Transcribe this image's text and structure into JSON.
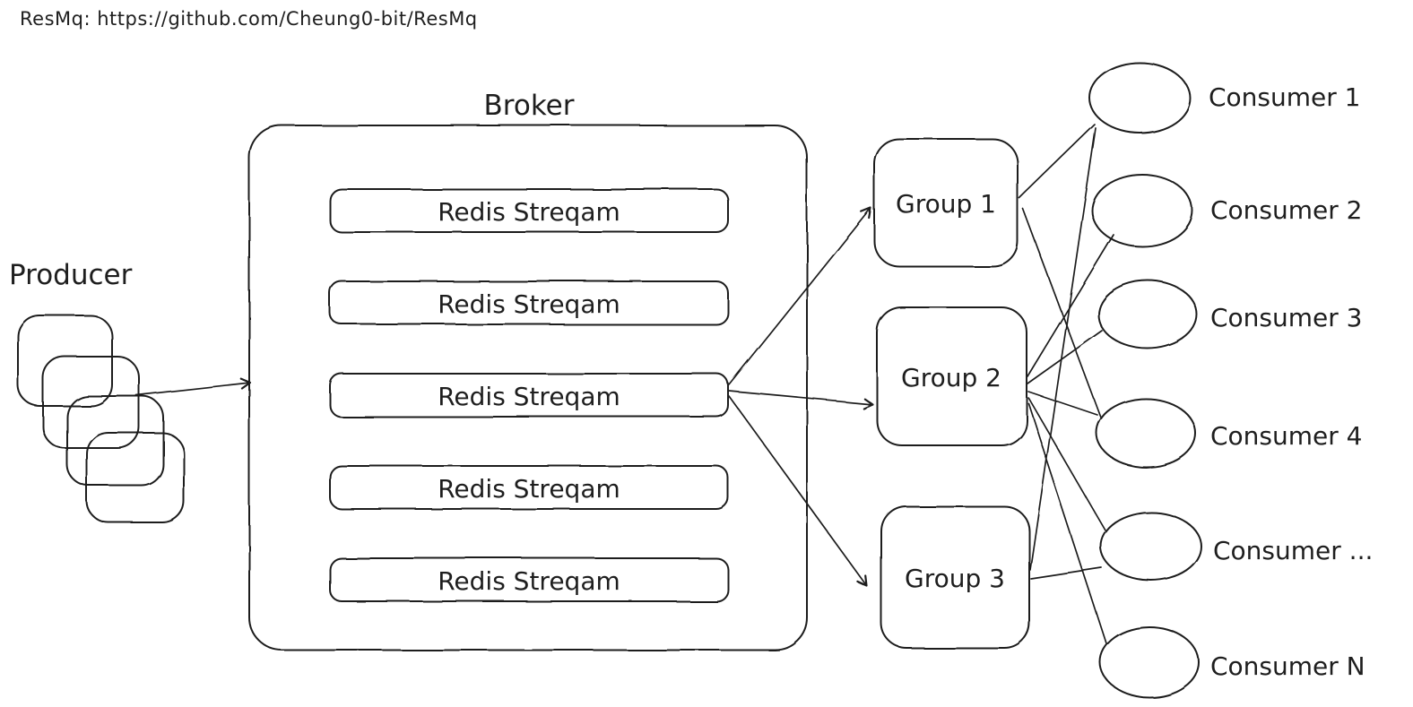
{
  "header": {
    "caption": "ResMq: https://github.com/Cheung0-bit/ResMq"
  },
  "producer": {
    "label": "Producer",
    "instance_count": 4
  },
  "broker": {
    "label": "Broker",
    "streams": [
      "Redis Streqam",
      "Redis Streqam",
      "Redis Streqam",
      "Redis Streqam",
      "Redis Streqam"
    ]
  },
  "groups": [
    {
      "label": "Group 1"
    },
    {
      "label": "Group 2"
    },
    {
      "label": "Group 3"
    }
  ],
  "consumers": [
    {
      "label": "Consumer 1"
    },
    {
      "label": "Consumer 2"
    },
    {
      "label": "Consumer 3"
    },
    {
      "label": "Consumer 4"
    },
    {
      "label": "Consumer ..."
    },
    {
      "label": "Consumer N"
    }
  ],
  "connections": {
    "producer_to_broker": {
      "from": "Producer",
      "to": "Broker",
      "type": "arrow"
    },
    "stream_fanout": [
      {
        "from": "Redis Streqam (3rd)",
        "to": "Group 1",
        "type": "arrow"
      },
      {
        "from": "Redis Streqam (3rd)",
        "to": "Group 2",
        "type": "arrow"
      },
      {
        "from": "Redis Streqam (3rd)",
        "to": "Group 3",
        "type": "arrow"
      }
    ],
    "group_to_consumers": [
      {
        "from": "Group 1",
        "to": "Consumer 1"
      },
      {
        "from": "Group 1",
        "to": "Consumer 4"
      },
      {
        "from": "Group 2",
        "to": "Consumer 2"
      },
      {
        "from": "Group 2",
        "to": "Consumer 3"
      },
      {
        "from": "Group 2",
        "to": "Consumer 4"
      },
      {
        "from": "Group 2",
        "to": "Consumer ..."
      },
      {
        "from": "Group 2",
        "to": "Consumer N"
      },
      {
        "from": "Group 3",
        "to": "Consumer 1"
      },
      {
        "from": "Group 3",
        "to": "Consumer ..."
      }
    ]
  },
  "colors": {
    "ink": "#1e1e1e",
    "background": "#ffffff"
  }
}
